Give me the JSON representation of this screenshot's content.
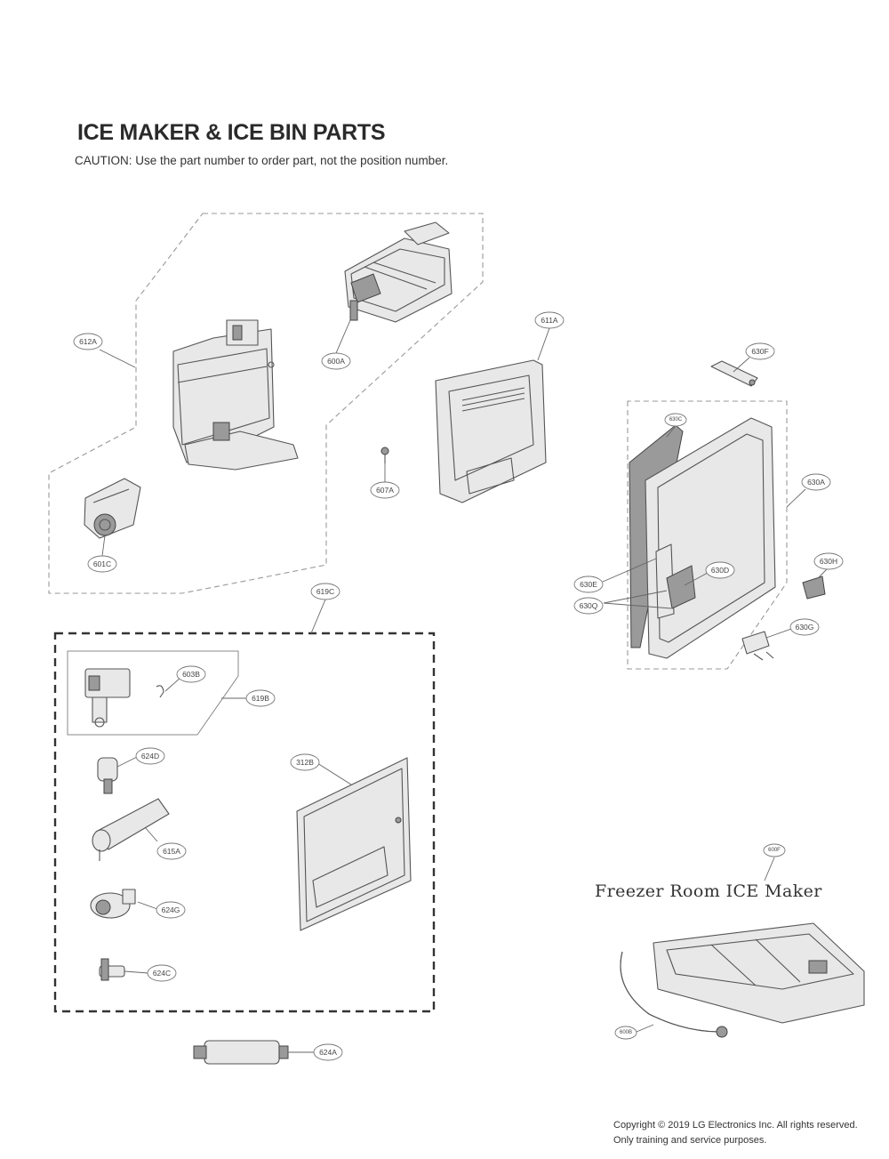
{
  "header": {
    "title": "ICE MAKER & ICE BIN PARTS",
    "caution": "CAUTION: Use the part number to order part, not the position number."
  },
  "labels": {
    "freezer_room": "Freezer Room ICE Maker",
    "copyright": "Copyright © 2019  LG Electronics Inc. All rights reserved. Only training and service purposes."
  },
  "callouts": {
    "c612A": "612A",
    "c600A": "600A",
    "c611A": "611A",
    "c630F": "630F",
    "c630C": "630C",
    "c630A": "630A",
    "c607A": "607A",
    "c601C": "601C",
    "c630H": "630H",
    "c630E": "630E",
    "c630D": "630D",
    "c630Q": "630Q",
    "c630G": "630G",
    "c619C": "619C",
    "c603B": "603B",
    "c619B": "619B",
    "c624D": "624D",
    "c312B": "312B",
    "c615A": "615A",
    "c624G": "624G",
    "c624C": "624C",
    "c624A": "624A",
    "c600F": "600F",
    "c600B": "600B"
  }
}
